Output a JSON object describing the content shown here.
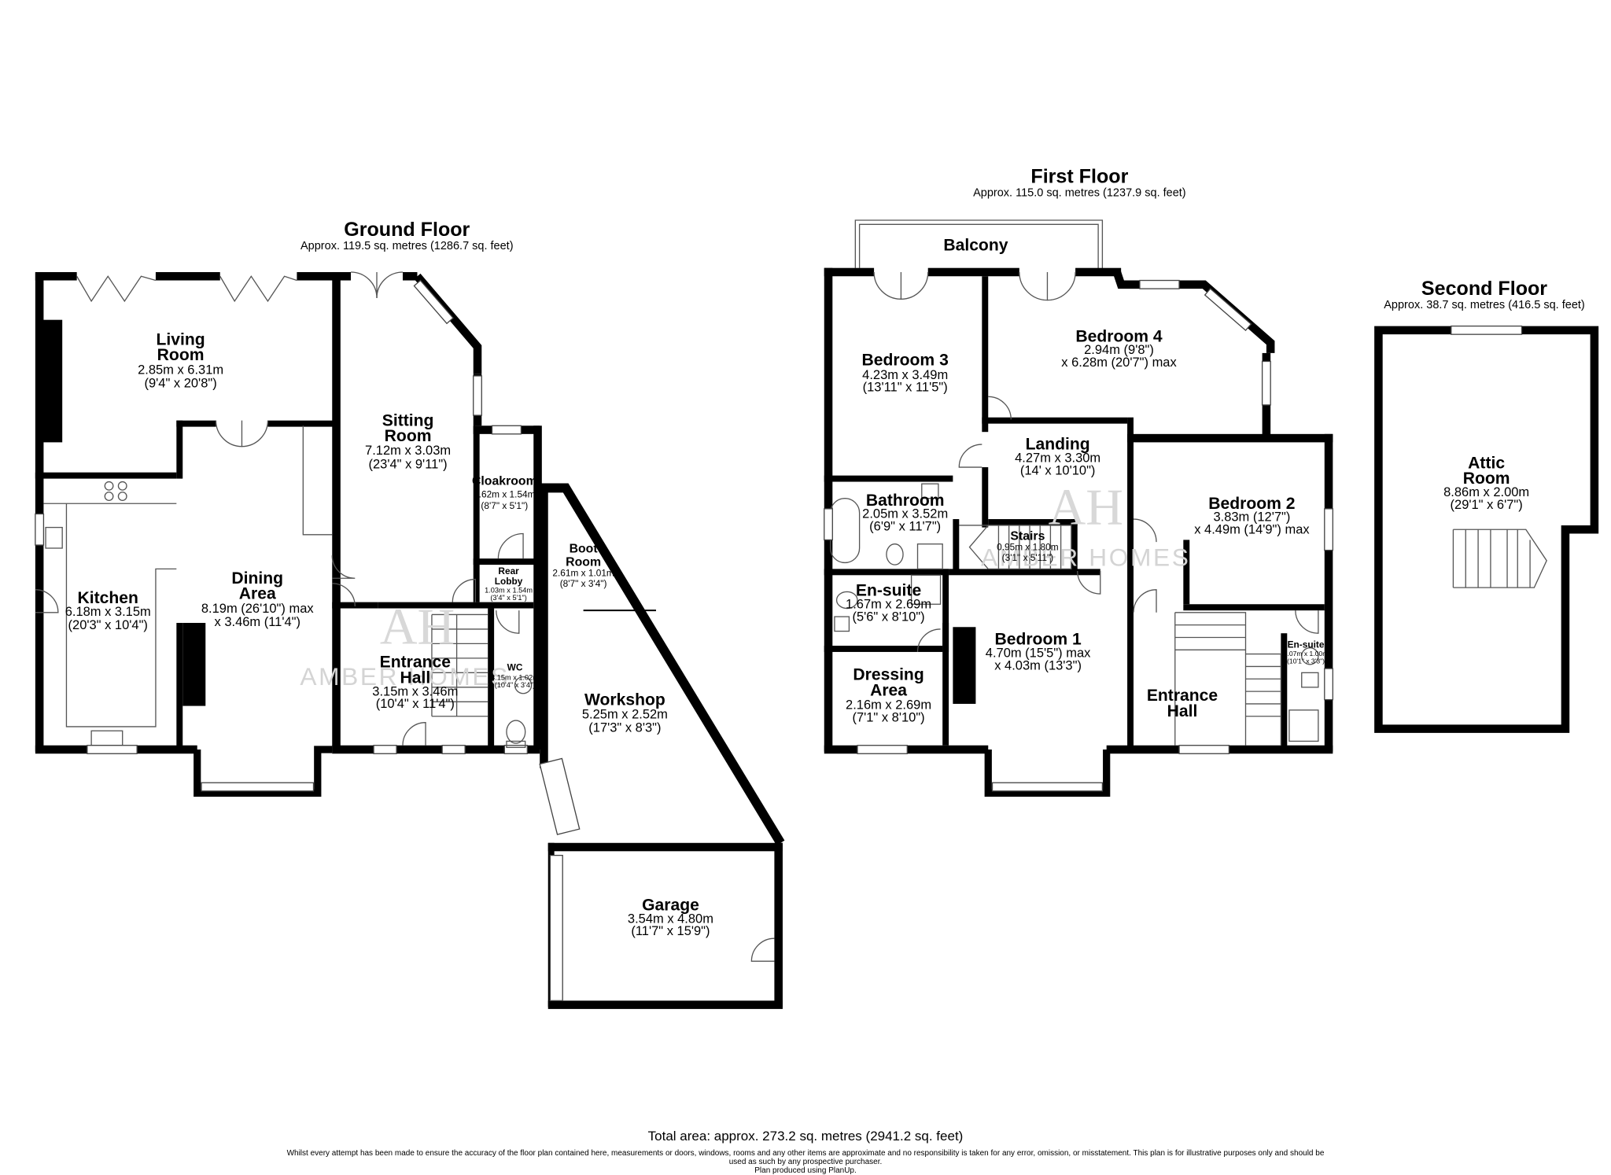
{
  "ground_floor": {
    "title": "Ground Floor",
    "area": "Approx. 119.5 sq. metres (1286.7 sq. feet)",
    "rooms": [
      {
        "name": "Living",
        "name2": "Room",
        "dim1": "2.85m x 6.31m",
        "dim2": "(9'4\" x 20'8\")"
      },
      {
        "name": "Sitting",
        "name2": "Room",
        "dim1": "7.12m x 3.03m",
        "dim2": "(23'4\" x 9'11\")"
      },
      {
        "name": "Kitchen",
        "dim1": "6.18m x 3.15m",
        "dim2": "(20'3\" x 10'4\")"
      },
      {
        "name": "Dining",
        "name2": "Area",
        "dim1": "8.19m (26'10\") max",
        "dim2": "x 3.46m (11'4\")"
      },
      {
        "name": "Cloakroom",
        "dim1": "2.62m x 1.54m",
        "dim2": "(8'7\" x 5'1\")"
      },
      {
        "name": "Rear",
        "name2": "Lobby",
        "dim1": "1.03m x 1.54m",
        "dim2": "(3'4\" x 5'1\")"
      },
      {
        "name": "Boot",
        "name2": "Room",
        "dim1": "2.61m x 1.01m",
        "dim2": "(8'7\" x 3'4\")"
      },
      {
        "name": "Entrance",
        "name2": "Hall",
        "dim1": "3.15m x 3.46m",
        "dim2": "(10'4\" x 11'4\")"
      },
      {
        "name": "WC",
        "dim1": "3.15m x 1.02m",
        "dim2": "(10'4\" x 3'4\")"
      },
      {
        "name": "Workshop",
        "dim1": "5.25m x 2.52m",
        "dim2": "(17'3\" x 8'3\")"
      },
      {
        "name": "Garage",
        "dim1": "3.54m x 4.80m",
        "dim2": "(11'7\" x 15'9\")"
      }
    ]
  },
  "first_floor": {
    "title": "First Floor",
    "area": "Approx. 115.0 sq. metres (1237.9 sq. feet)",
    "rooms": [
      {
        "name": "Balcony"
      },
      {
        "name": "Bedroom 3",
        "dim1": "4.23m x 3.49m",
        "dim2": "(13'11\" x 11'5\")"
      },
      {
        "name": "Bedroom 4",
        "dim1": "2.94m (9'8\")",
        "dim2": "x 6.28m (20'7\") max"
      },
      {
        "name": "Landing",
        "dim1": "4.27m x 3.30m",
        "dim2": "(14' x 10'10\")"
      },
      {
        "name": "Bathroom",
        "dim1": "2.05m x 3.52m",
        "dim2": "(6'9\" x 11'7\")"
      },
      {
        "name": "Stairs",
        "dim1": "0.95m x 1.80m",
        "dim2": "(3'1\" x 5'11\")"
      },
      {
        "name": "Bedroom 2",
        "dim1": "3.83m (12'7\")",
        "dim2": "x 4.49m (14'9\") max"
      },
      {
        "name": "En-suite",
        "dim1": "1.67m x 2.69m",
        "dim2": "(5'6\" x 8'10\")"
      },
      {
        "name": "Bedroom 1",
        "dim1": "4.70m (15'5\") max",
        "dim2": "x 4.03m (13'3\")"
      },
      {
        "name": "Dressing",
        "name2": "Area",
        "dim1": "2.16m x 2.69m",
        "dim2": "(7'1\" x 8'10\")"
      },
      {
        "name": "Entrance",
        "name2": "Hall"
      },
      {
        "name": "En-suite",
        "dim1": "3.07m x 1.00m",
        "dim2": "(10'1\" x 3'3\")"
      }
    ]
  },
  "second_floor": {
    "title": "Second Floor",
    "area": "Approx. 38.7 sq. metres (416.5 sq. feet)",
    "rooms": [
      {
        "name": "Attic",
        "name2": "Room",
        "dim1": "8.86m x 2.00m",
        "dim2": "(29'1\" x 6'7\")"
      }
    ]
  },
  "watermark": {
    "logo": "AH",
    "text": "AMBER HOMES"
  },
  "footer": {
    "total_area": "Total area: approx. 273.2 sq. metres (2941.2 sq. feet)",
    "disclaimer_1": "Whilst every attempt has been made to ensure the accuracy of the floor plan contained here, measurements or doors, windows, rooms and any other items are approximate and no responsibility is taken for any error, omission, or misstatement. This plan is for illustrative purposes only and should be used as such by any prospective purchaser.",
    "disclaimer_2": "Plan produced using PlanUp."
  }
}
